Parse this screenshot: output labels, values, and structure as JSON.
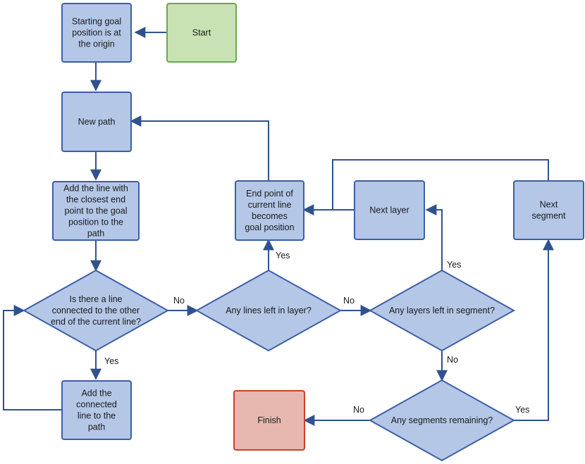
{
  "nodes": {
    "start": {
      "lines": [
        "Start"
      ],
      "fill": "#c9e2b3",
      "stroke": "#6aa84f"
    },
    "origin": {
      "lines": [
        "Starting goal",
        "position is at",
        "the origin"
      ],
      "fill": "#b4c7e7",
      "stroke": "#3c5ea6"
    },
    "new_path": {
      "lines": [
        "New path"
      ],
      "fill": "#b4c7e7",
      "stroke": "#3c5ea6"
    },
    "add_closest": {
      "lines": [
        "Add the line with",
        "the closest end",
        "point to the goal",
        "position to the",
        "path"
      ],
      "fill": "#b4c7e7",
      "stroke": "#3c5ea6"
    },
    "add_connected": {
      "lines": [
        "Add the",
        "connected",
        "line to the",
        "path"
      ],
      "fill": "#b4c7e7",
      "stroke": "#3c5ea6"
    },
    "end_point": {
      "lines": [
        "End point of",
        "current line",
        "becomes",
        "goal position"
      ],
      "fill": "#b4c7e7",
      "stroke": "#3c5ea6"
    },
    "next_layer": {
      "lines": [
        "Next layer"
      ],
      "fill": "#b4c7e7",
      "stroke": "#3c5ea6"
    },
    "next_segment": {
      "lines": [
        "Next",
        "segment"
      ],
      "fill": "#b4c7e7",
      "stroke": "#3c5ea6"
    },
    "finish": {
      "lines": [
        "Finish"
      ],
      "fill": "#e6b8af",
      "stroke": "#cc4125"
    },
    "is_connected": {
      "lines": [
        "Is there a line",
        "connected to the other",
        "end of the current line?"
      ],
      "fill": "#b4c7e7",
      "stroke": "#3c5ea6"
    },
    "lines_left": {
      "lines": [
        "Any lines left in layer?"
      ],
      "fill": "#b4c7e7",
      "stroke": "#3c5ea6"
    },
    "layers_left": {
      "lines": [
        "Any layers left in segment?"
      ],
      "fill": "#b4c7e7",
      "stroke": "#3c5ea6"
    },
    "segments_left": {
      "lines": [
        "Any segments remaining?"
      ],
      "fill": "#b4c7e7",
      "stroke": "#3c5ea6"
    }
  },
  "edge_labels": {
    "connected_no": "No",
    "connected_yes": "Yes",
    "lines_yes": "Yes",
    "lines_no": "No",
    "layers_yes": "Yes",
    "layers_no": "No",
    "segments_no": "No",
    "segments_yes": "Yes"
  },
  "colors": {
    "edge": "#2f528f"
  }
}
